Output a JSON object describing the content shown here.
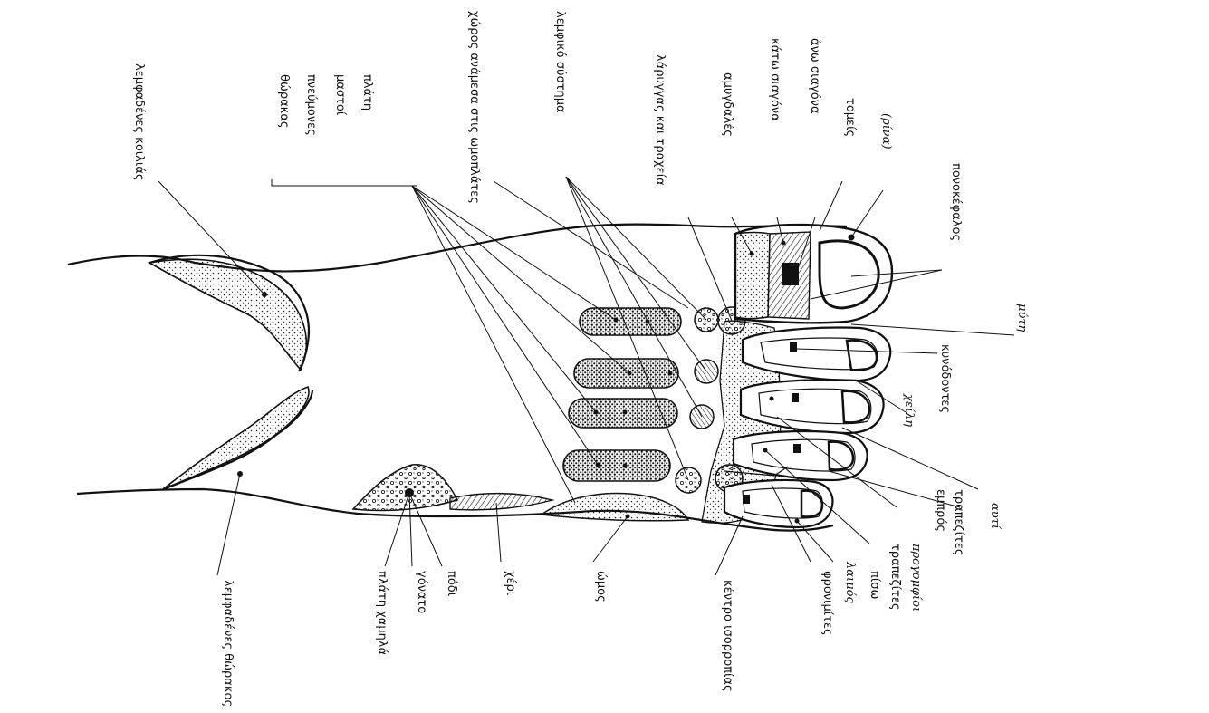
{
  "labels": {
    "lymph_abdomen": "λεμφαδένες κοιλιάς",
    "lymph_thorax": "λεμφαδένες θώρακος",
    "thorax_group": "θώρακας",
    "lungs": "πνεύμονες",
    "breasts": "μαστοί",
    "back": "πλάτη",
    "space_shoulders": "χώρος ανάμεσα στις ωμοπλάτες",
    "lymph_system": "λεμφικό σύστημα",
    "larynx": "λάρυγγας και τραχεία",
    "tonsils": "αμυγδαλές",
    "lower_jaw": "κάτω σιαγόνα",
    "upper_jaw": "άνω σιαγόνα",
    "incisors": "τομείς",
    "hand_nose": "(ρίνα)",
    "headache": "πονοκέφαλος",
    "hand_mouth": "μύτη",
    "canines": "κυνόδοντες",
    "hand_lips": "χείλη",
    "molars": "τραπεζίτες",
    "front": "εμπρός",
    "hand_ear": "αυτί",
    "premolars": "προγομφίοι",
    "back_word": "πίσω",
    "wisdom": "φρονιμίτες",
    "hand_throat": "λαιμός",
    "balance_center": "κέντρο ισορροπίας",
    "shoulder": "ώμος",
    "hand": "χέρι",
    "foot": "πόδι",
    "knee": "γόνατο",
    "lower_back": "πλάτη χαμηλά"
  }
}
